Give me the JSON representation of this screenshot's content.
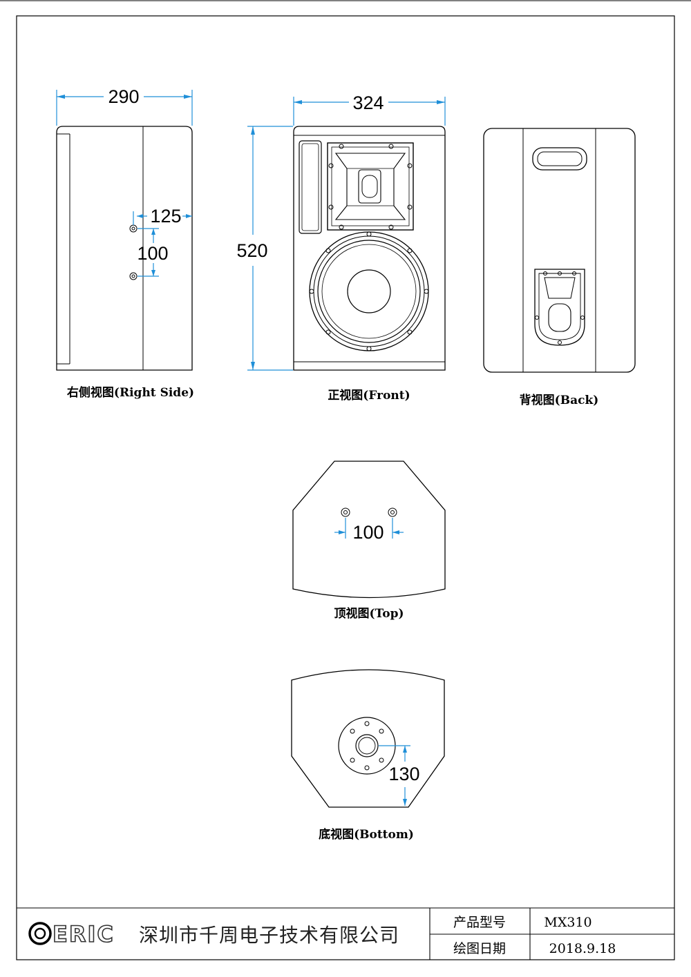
{
  "dimensions": {
    "side_depth": "290",
    "side_hole_offset": "125",
    "side_hole_spacing": "100",
    "front_width": "324",
    "front_height": "520",
    "top_hole_spacing": "100",
    "bottom_socket_offset": "130"
  },
  "captions": {
    "right_side": "右侧视图(Right Side)",
    "front": "正视图(Front)",
    "back": "背视图(Back)",
    "top": "顶视图(Top)",
    "bottom": "底视图(Bottom)"
  },
  "title_block": {
    "logo_text": "ERIC",
    "company_name": "深圳市千周电子技术有限公司",
    "product_model_label": "产品型号",
    "product_model_value": "MX310",
    "drawing_date_label": "绘图日期",
    "drawing_date_value": "2018.9.18"
  },
  "colors": {
    "dimension_lines": "#1f8fd8",
    "outline": "#000000"
  }
}
